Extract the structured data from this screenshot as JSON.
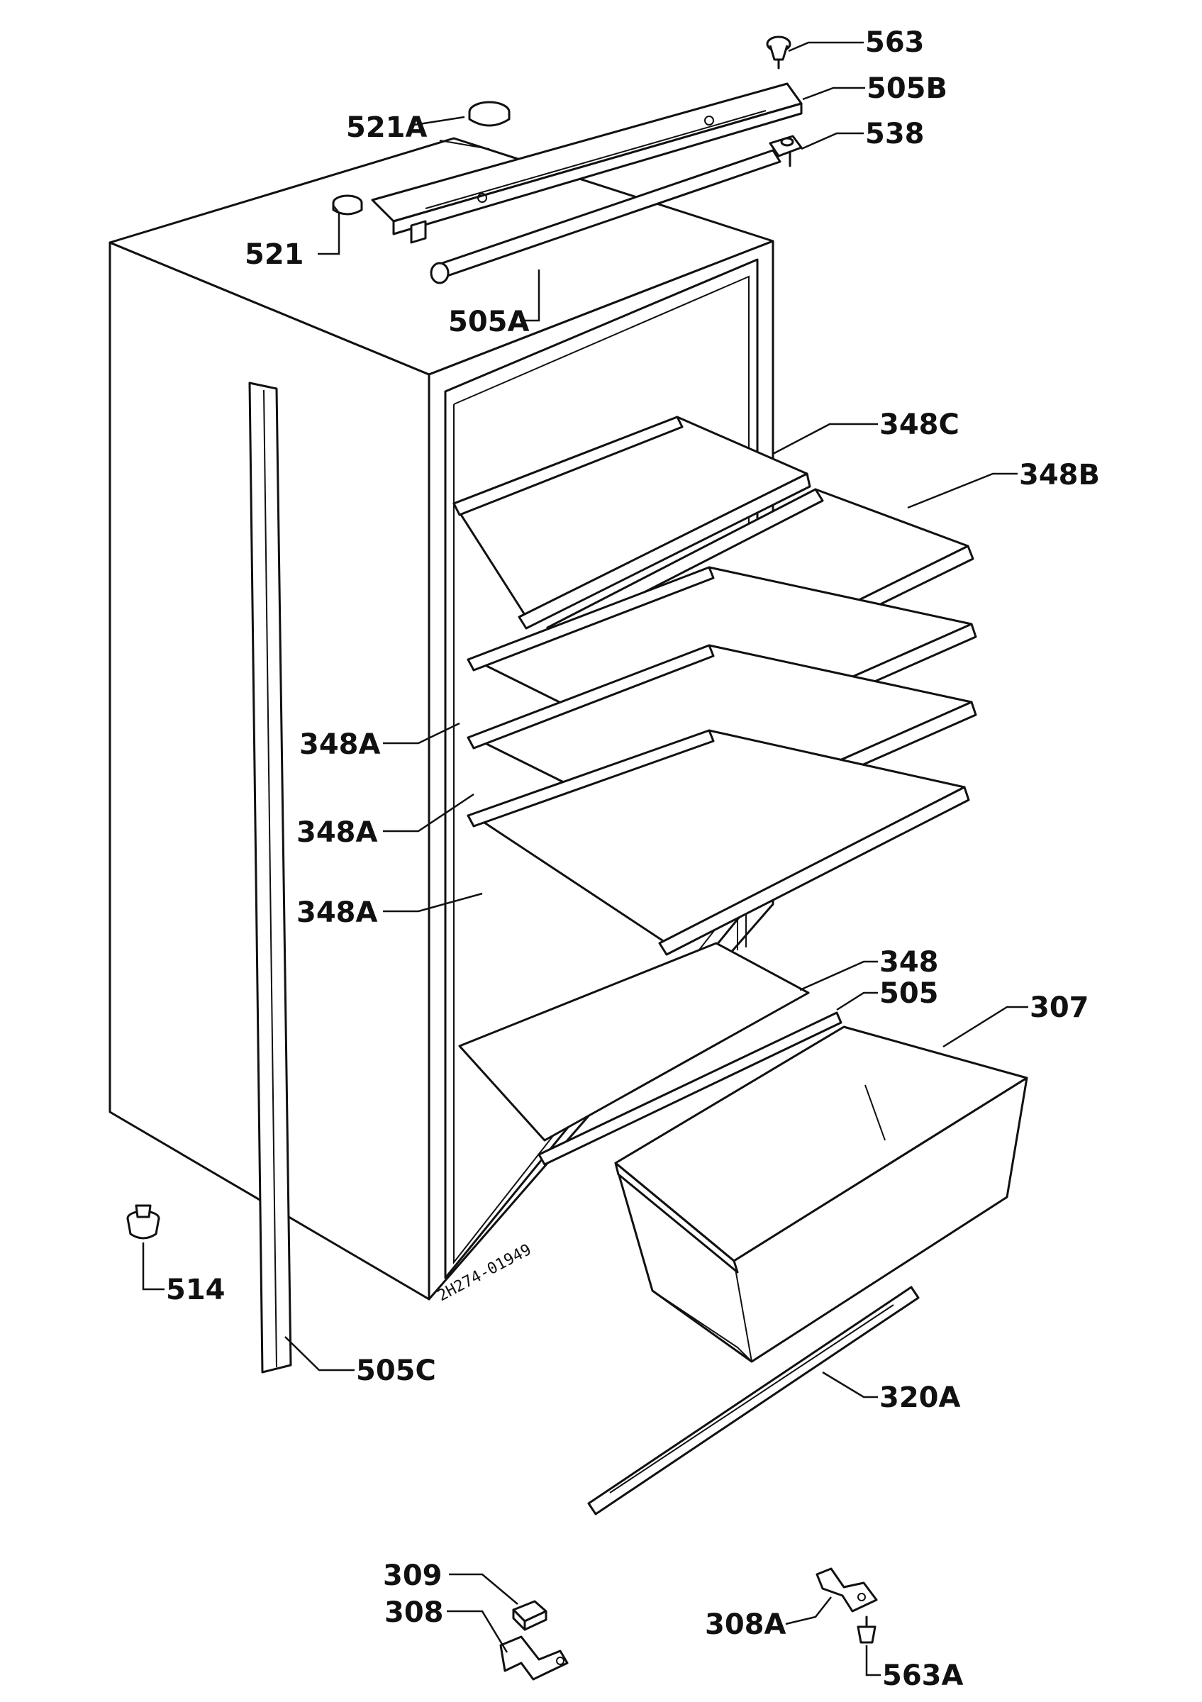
{
  "drawing_code": "2H274-01949",
  "labels": {
    "l563": "563",
    "l505B": "505B",
    "l521A": "521A",
    "l538": "538",
    "l521": "521",
    "l505A": "505A",
    "l348C": "348C",
    "l348B": "348B",
    "l348A_1": "348A",
    "l348A_2": "348A",
    "l348A_3": "348A",
    "l348": "348",
    "l505": "505",
    "l307": "307",
    "l514": "514",
    "l505C": "505C",
    "l320A": "320A",
    "l309": "309",
    "l308": "308",
    "l308A": "308A",
    "l563A": "563A"
  }
}
